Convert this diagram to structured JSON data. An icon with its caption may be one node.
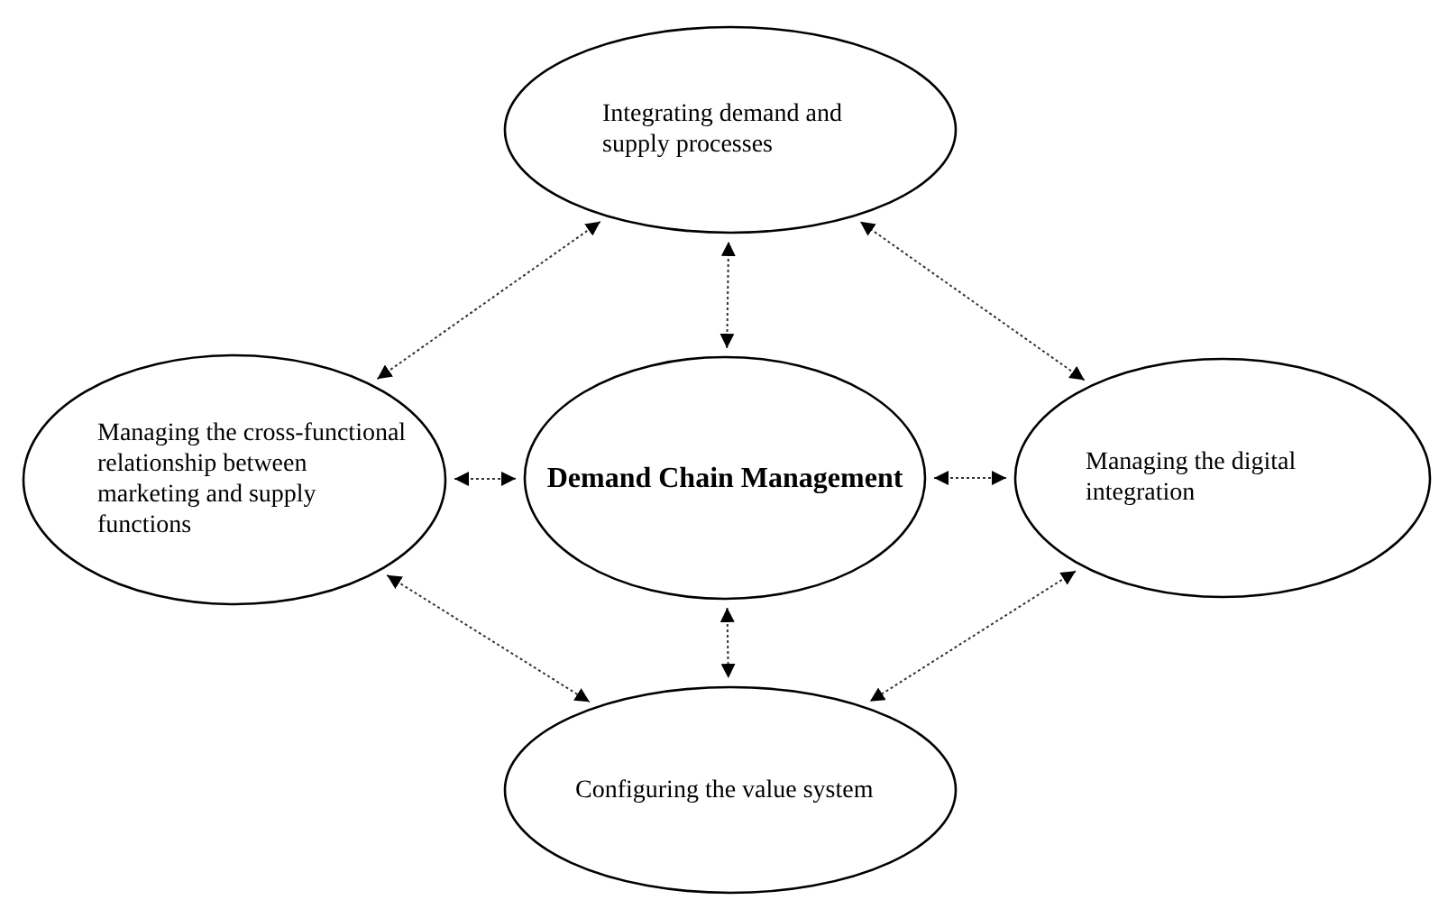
{
  "diagram": {
    "nodes": [
      {
        "text": [
          "Integrating demand and supply processes"
        ]
      },
      {
        "text": [
          "Managing the cross-functional relationship between marketing and supply functions"
        ]
      },
      {
        "text": [
          "Demand Chain Management"
        ]
      },
      {
        "text": [
          "Managing the digital integration"
        ]
      },
      {
        "text": [
          "Configuring the value system"
        ]
      }
    ],
    "edges": [
      {
        "from": 1,
        "to": 0,
        "arrow": "both"
      },
      {
        "from": 2,
        "to": 0,
        "arrow": "both"
      },
      {
        "from": 3,
        "to": 0,
        "arrow": "both"
      },
      {
        "from": 1,
        "to": 2,
        "arrow": "both"
      },
      {
        "from": 2,
        "to": 3,
        "arrow": "both"
      },
      {
        "from": 2,
        "to": 4,
        "arrow": "both"
      },
      {
        "from": 1,
        "to": 4,
        "arrow": "both"
      },
      {
        "from": 3,
        "to": 4,
        "arrow": "both"
      }
    ]
  }
}
